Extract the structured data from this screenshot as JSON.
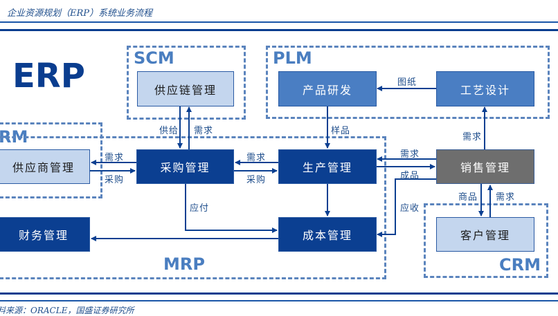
{
  "header": {
    "title": "企业资源规划（ERP）系统业务流程"
  },
  "footer": {
    "source": "资料来源：ORACLE，国盛证券研究所"
  },
  "diagram": {
    "main_label": "ERP",
    "groups": {
      "scm": "SCM",
      "plm": "PLM",
      "srm": "RM",
      "mrp": "MRP",
      "crm": "CRM"
    },
    "nodes": {
      "supply_chain": "供应链管理",
      "product_rd": "产品研发",
      "process_design": "工艺设计",
      "supplier": "供应商管理",
      "purchasing": "采购管理",
      "production": "生产管理",
      "sales": "销售管理",
      "finance": "财务管理",
      "cost": "成本管理",
      "customer": "客户管理"
    },
    "edges": {
      "drawing": "图纸",
      "supply": "供给",
      "demand_scm": "需求",
      "sample": "样品",
      "demand_plm": "需求",
      "demand_supplier": "需求",
      "purchase_supplier": "采购",
      "demand_prod": "需求",
      "purchase_prod": "采购",
      "demand_sales": "需求",
      "finished_goods": "成品",
      "payable": "应付",
      "receivable": "应收",
      "goods": "商品",
      "demand_customer": "需求"
    },
    "colors": {
      "dark_box": "#0b3f91",
      "mid_box": "#4a7ec3",
      "light_box": "#c4d6ee",
      "sales_box": "#6e6e6e",
      "group_border": "#5b84bd",
      "arrow": "#0b3f91"
    }
  }
}
